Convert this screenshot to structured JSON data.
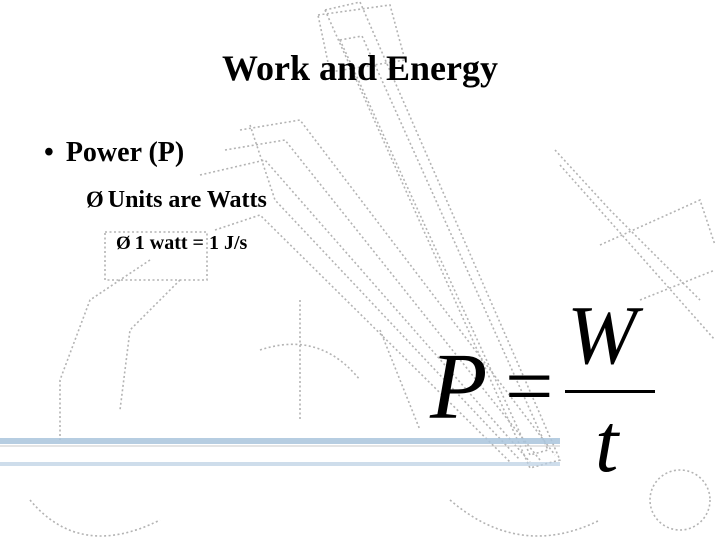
{
  "slide": {
    "title": "Work and Energy",
    "bullets": [
      {
        "level": 1,
        "marker": "•",
        "text": "Power (P)"
      },
      {
        "level": 2,
        "marker": "Ø",
        "text": "Units are Watts"
      },
      {
        "level": 3,
        "marker": "Ø",
        "text": "1 watt = 1 J/s"
      }
    ],
    "formula": {
      "lhs": "P",
      "operator": "=",
      "numerator": "W",
      "denominator": "t"
    }
  },
  "background": {
    "description_icon": "catapult-sketch-icon",
    "line_color": "#8a8a8a",
    "accent_color": "#9bb8d3"
  }
}
